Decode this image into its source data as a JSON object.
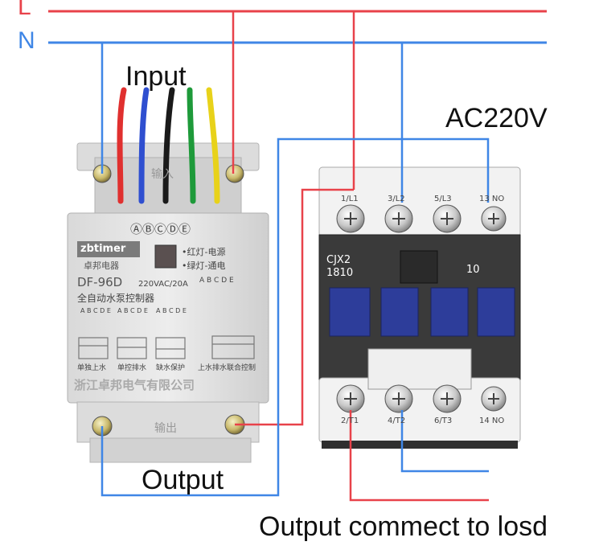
{
  "lines": {
    "live": "L",
    "neutral": "N",
    "live_color": "#e8424a",
    "neutral_color": "#3f86e6"
  },
  "labels": {
    "input": "Input",
    "output": "Output",
    "voltage": "AC220V",
    "load": "Output commect to losd"
  },
  "controller": {
    "brand": "zbtimer",
    "brand_cn": "卓邦电器",
    "model": "DF-96D",
    "rating": "220VAC/20A",
    "subtitle": "全自动水泵控制器",
    "terminal_letters": "ⒶⒷⒸⒹⒺ",
    "led_red": "•红灯-电源",
    "led_green": "•绿灯-通电",
    "input_mark": "输入",
    "output_mark": "输出",
    "mode_top": "A B C   D E",
    "mode_letters": [
      "A B C D E",
      "A B C D E",
      "A B C D E"
    ],
    "modes": [
      "单独上水",
      "单控排水",
      "缺水保护",
      "上水排水联合控制"
    ],
    "company": "浙江卓邦电气有限公司"
  },
  "contactor": {
    "model": "CJX2",
    "code": "1810",
    "number": "10",
    "top_terminals": [
      "1/L1",
      "3/L2",
      "5/L3",
      "13 NO"
    ],
    "bottom_terminals": [
      "2/T1",
      "4/T2",
      "6/T3",
      "14 NO"
    ]
  },
  "wire_colors": [
    "#e0302f",
    "#2f4fd0",
    "#1a1a1a",
    "#1e9a3a",
    "#e8d21a"
  ]
}
